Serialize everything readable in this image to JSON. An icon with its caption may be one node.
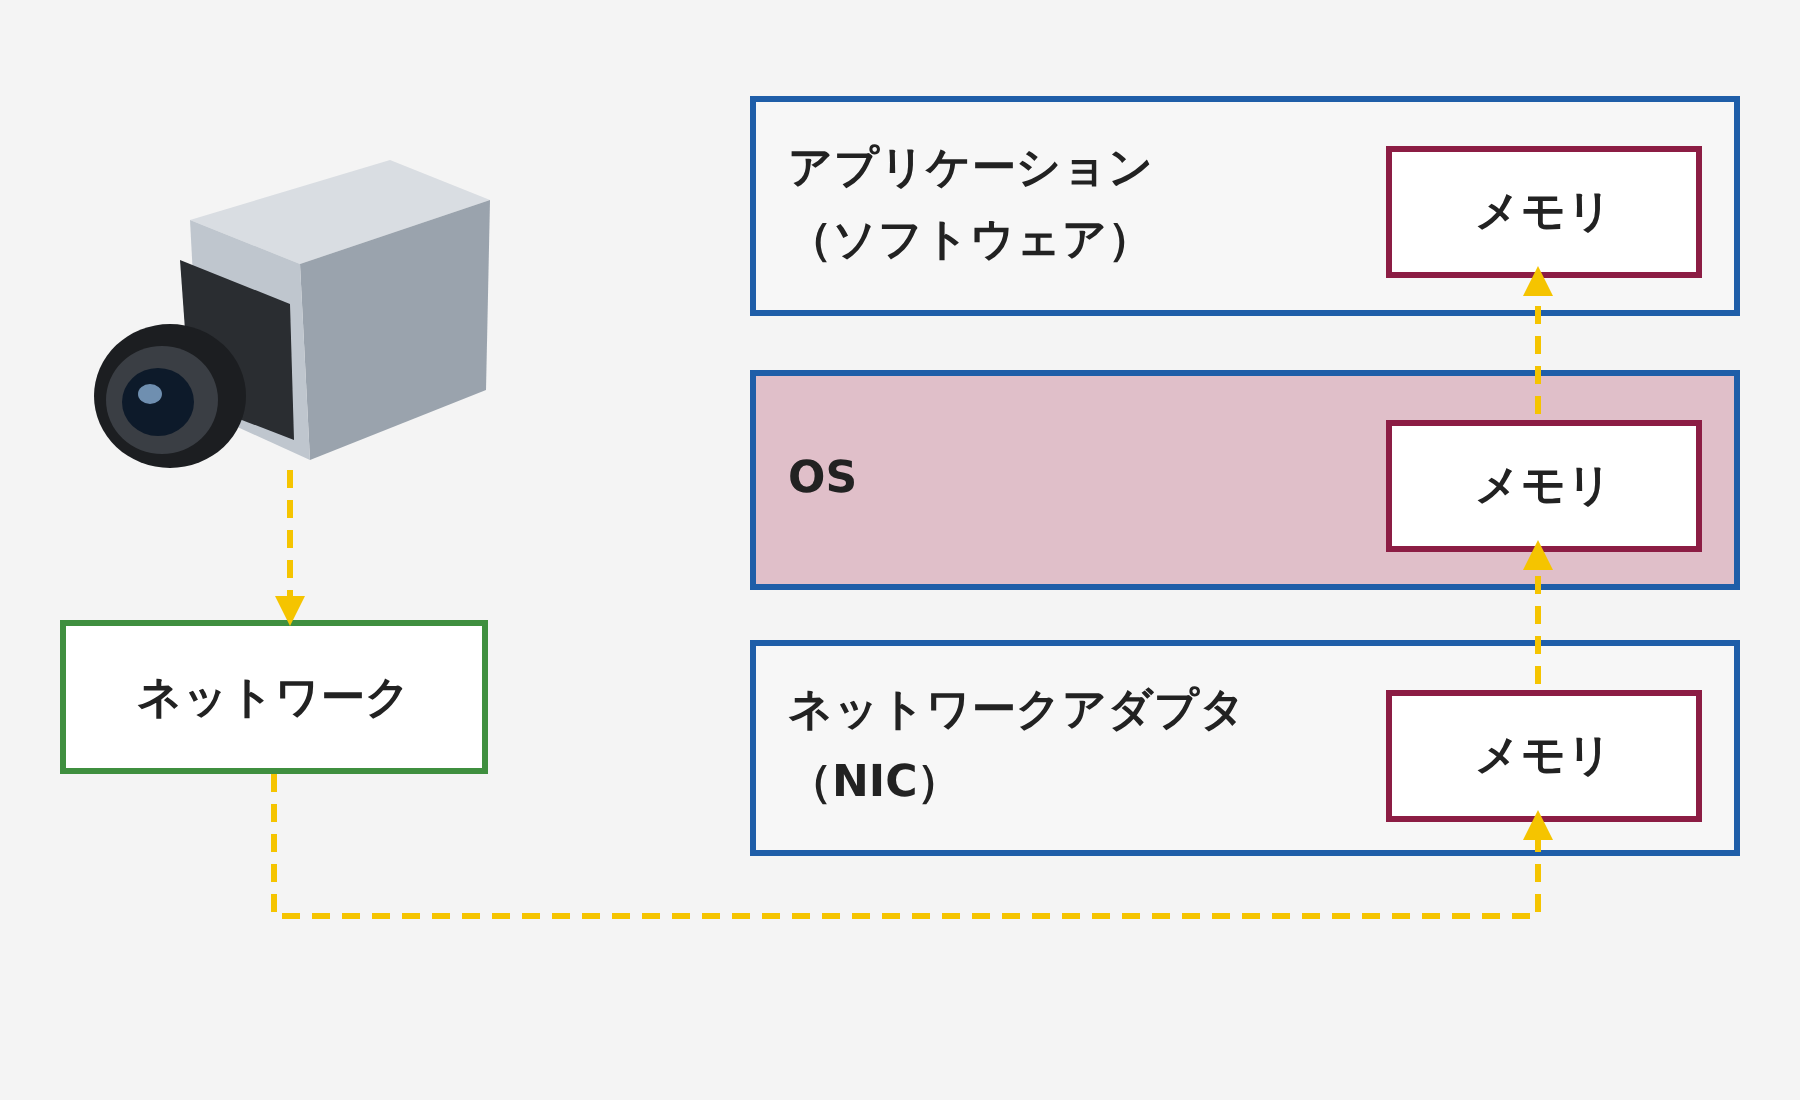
{
  "diagram": {
    "nodes": [
      {
        "text": [],
        "shape": "picture"
      },
      {
        "text": [
          "ネットワーク"
        ]
      },
      {
        "text": [
          "アプリケーション（ソフトウェア）"
        ]
      },
      {
        "text": [
          "メモリ"
        ],
        "in": 2
      },
      {
        "text": [
          "OS"
        ]
      },
      {
        "text": [
          "メモリ"
        ],
        "in": 4
      },
      {
        "text": [
          "ネットワークアダプタ（NIC）"
        ]
      },
      {
        "text": [
          "メモリ"
        ],
        "in": 6
      }
    ],
    "edges": [
      {
        "from": 0,
        "to": 1,
        "arrow": "to",
        "style": "dashed"
      },
      {
        "from": 1,
        "to": 7,
        "arrow": "to",
        "style": "dashed"
      },
      {
        "from": 7,
        "to": 5,
        "arrow": "to",
        "style": "dashed"
      },
      {
        "from": 5,
        "to": 3,
        "arrow": "to",
        "style": "dashed"
      }
    ]
  }
}
